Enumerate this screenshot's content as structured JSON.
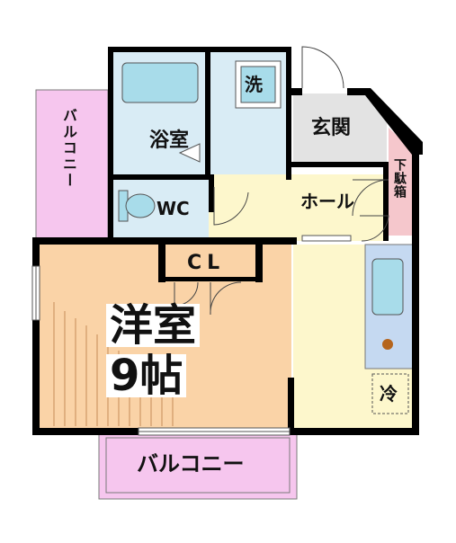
{
  "rooms": {
    "balcony_left": "バルコニー",
    "bath": "浴室",
    "wash": "洗",
    "genkan": "玄関",
    "geta_bako": "下駄箱",
    "wc": "WC",
    "hall": "ホール",
    "closet": "CL",
    "western_room_name": "洋室",
    "western_room_size": "9帖",
    "fridge": "冷",
    "balcony_bottom": "バルコニー"
  },
  "colors": {
    "wall": "#000000",
    "balcony": "#f6c6ee",
    "bath": "#d9ecf5",
    "fixture": "#a8dcea",
    "western_room": "#fad3a7",
    "hall": "#fdf7cc",
    "genkan": "#e3e3e3",
    "getabako": "#f5c7cc",
    "kitchen": "#c5d9f1"
  }
}
